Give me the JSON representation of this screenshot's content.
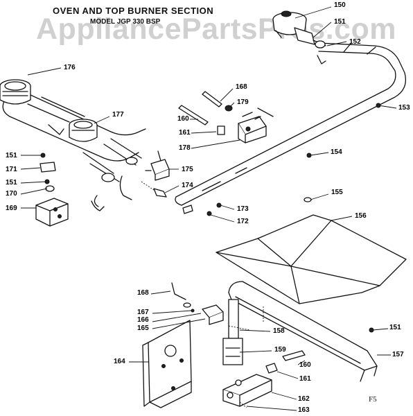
{
  "title": "OVEN AND TOP BURNER SECTION",
  "subtitle": "MODEL JGP 330 BSP",
  "watermark": "AppliancePartsPros.com",
  "page_marker": "F5",
  "callouts": {
    "c150": "150",
    "c151a": "151",
    "c152": "152",
    "c153": "153",
    "c154": "154",
    "c176": "176",
    "c177": "177",
    "c168a": "168",
    "c179": "179",
    "c160a": "160",
    "c161a": "161",
    "c178": "178",
    "c151b": "151",
    "c171": "171",
    "c151c": "151",
    "c170": "170",
    "c169": "169",
    "c175": "175",
    "c174": "174",
    "c173": "173",
    "c172": "172",
    "c155": "155",
    "c156": "156",
    "c168b": "168",
    "c167": "167",
    "c166": "166",
    "c165": "165",
    "c158": "158",
    "c159": "159",
    "c164": "164",
    "c151d": "151",
    "c157": "157",
    "c160b": "160",
    "c161b": "161",
    "c162": "162",
    "c163": "163"
  }
}
